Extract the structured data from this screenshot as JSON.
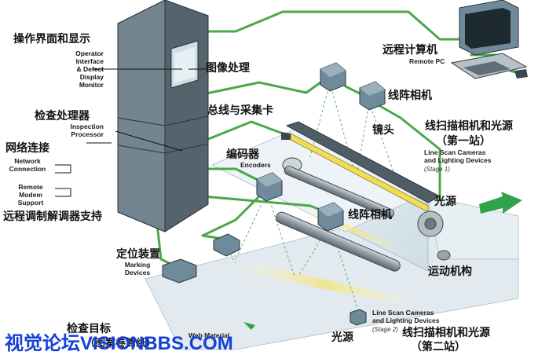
{
  "labels": {
    "operator_zh": "操作界面和显示",
    "operator_en": [
      "Operator",
      "Interface",
      "& Defect",
      "Display",
      "Monitor"
    ],
    "image_processing_zh": "图像处理",
    "inspection_zh": "检查处理器",
    "inspection_en": [
      "Inspection",
      "Processor"
    ],
    "network_zh": "网络连接",
    "network_en": [
      "Network",
      "Connection"
    ],
    "modem_en": [
      "Remote",
      "Modem",
      "Support"
    ],
    "modem_zh": "远程调制解调器支持",
    "bus_zh": "总线与采集卡",
    "encoder_zh": "编码器",
    "encoder_en": "Encoders",
    "remote_pc_zh": "远程计算机",
    "remote_pc_en": "Remote PC",
    "line_camera_top_zh": "线阵相机",
    "lens_zh": "镜头",
    "stage1_zh": "线扫描相机和光源",
    "stage1_zh_sub": "（第一站）",
    "stage1_en": [
      "Line Scan Cameras",
      "and Lighting Devices"
    ],
    "stage1_note": "(Stage 1)",
    "light_right_zh": "光源",
    "line_camera_mid_zh": "线阵相机",
    "marking_zh": "定位装置",
    "marking_en": [
      "Marking",
      "Devices"
    ],
    "motion_zh": "运动机构",
    "stage2_en": [
      "Line Scan Cameras",
      "and Lighting Devices"
    ],
    "stage2_note": "(Stage 2)",
    "stage2_zh": "线扫描相机和光源",
    "stage2_zh_sub": "（第二站）",
    "light_bottom_zh": "光源",
    "target_zh": "检查目标",
    "target_sub_zh": "（图案卷筒纸）",
    "target_en": "Web Material"
  },
  "watermark": "视觉论坛VISIONBBS.COM",
  "colors": {
    "cable": "#4aa84a",
    "tower": "#5d6d78",
    "camera": "#6f8b9b",
    "web": "#dfe9ef",
    "light": "#f2e27a",
    "beam": "#62b262",
    "watermark": "#1540d8"
  }
}
